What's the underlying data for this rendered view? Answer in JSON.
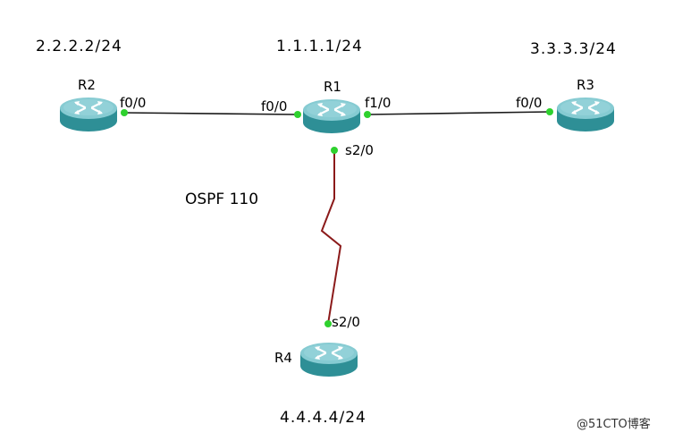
{
  "colors": {
    "link_ethernet": "#1a1a1a",
    "link_serial": "#8b1a1a",
    "port_dot": "#2ed12e",
    "router_top": "#7fc7cf",
    "router_side": "#2e8f96"
  },
  "routers": [
    {
      "id": "r2",
      "name": "R2",
      "network": "2.2.2.2/24"
    },
    {
      "id": "r1",
      "name": "R1",
      "network": "1.1.1.1/24"
    },
    {
      "id": "r3",
      "name": "R3",
      "network": "3.3.3.3/24"
    },
    {
      "id": "r4",
      "name": "R4",
      "network": "4.4.4.4/24"
    }
  ],
  "ports": {
    "r2_f00": "f0/0",
    "r1_f00": "f0/0",
    "r1_f10": "f1/0",
    "r3_f00": "f0/0",
    "r1_s20": "s2/0",
    "r4_s20": "s2/0"
  },
  "protocol_label": "OSPF 110",
  "watermark": "@51CTO博客"
}
